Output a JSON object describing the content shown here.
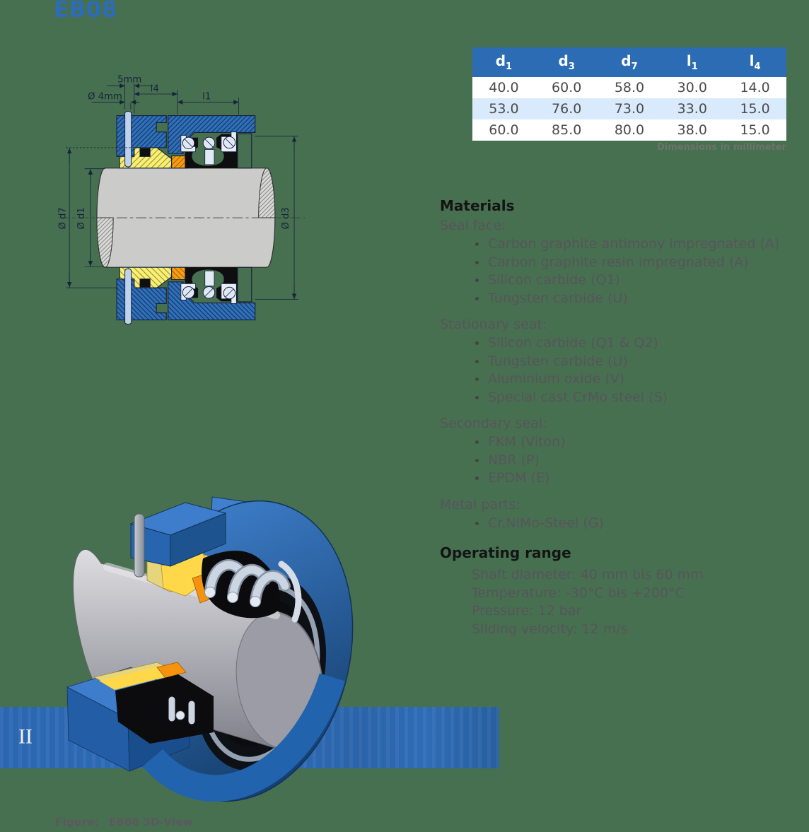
{
  "page": {
    "title": "EB08",
    "background_color": "#477050"
  },
  "dimensions_table": {
    "headers": [
      {
        "base": "d",
        "sub": "1"
      },
      {
        "base": "d",
        "sub": "3"
      },
      {
        "base": "d",
        "sub": "7"
      },
      {
        "base": "l",
        "sub": "1"
      },
      {
        "base": "l",
        "sub": "4"
      }
    ],
    "rows": [
      [
        "40.0",
        "60.0",
        "58.0",
        "30.0",
        "14.0"
      ],
      [
        "53.0",
        "76.0",
        "73.0",
        "33.0",
        "15.0"
      ],
      [
        "60.0",
        "85.0",
        "80.0",
        "38.0",
        "15.0"
      ]
    ],
    "caption": "Dimensions in millimeter",
    "header_bg": "#2c6cb4",
    "alt_row_bg": "#d9eafc"
  },
  "drawing": {
    "labels": {
      "dim_5mm": "5mm",
      "dim_l4": "l4",
      "dim_dia4mm": "Ø 4mm",
      "dim_l1": "l1",
      "dia_d7": "Ø d7",
      "dia_d1": "Ø d1",
      "dia_d3": "Ø d3"
    },
    "colors": {
      "housing_blue": "#2f70bc",
      "seal_yellow": "#f9ef70",
      "spacer_orange": "#f89c10",
      "shaft_gray": "#cbcbc9"
    }
  },
  "materials": {
    "heading": "Materials",
    "groups": [
      {
        "label": "Seal face:",
        "items": [
          "Carbon graphite antimony impregnated (A)",
          "Carbon graphite resin impregnated (A)",
          "Silicon carbide (Q1)",
          "Tungsten carbide (U)"
        ]
      },
      {
        "label": "Stationary seat:",
        "items": [
          "Silicon carbide (Q1 & Q2)",
          "Tungsten carbide (U)",
          "Aluminium oxide (V)",
          "Special cast CrMo steel (S)"
        ]
      },
      {
        "label": "Secondary seal:",
        "items": [
          "FKM (Viton)",
          "NBR (P)",
          "EPDM (E)"
        ]
      },
      {
        "label": "Metal parts:",
        "items": [
          "Cr.NiMo-Steel (G)"
        ]
      }
    ]
  },
  "operating_range": {
    "heading": "Operating range",
    "lines": [
      "Shaft diameter: 40 mm bis 60 mm",
      "Temperature: -30°C bis +200°C",
      "Pressure: 12 bar",
      "Sliding velocity: 12 m/s"
    ]
  },
  "banner": {
    "label": "II",
    "color": "#2b67b1"
  },
  "figure": {
    "caption_label": "Figure:",
    "caption_text": "EB08 3D-View"
  }
}
